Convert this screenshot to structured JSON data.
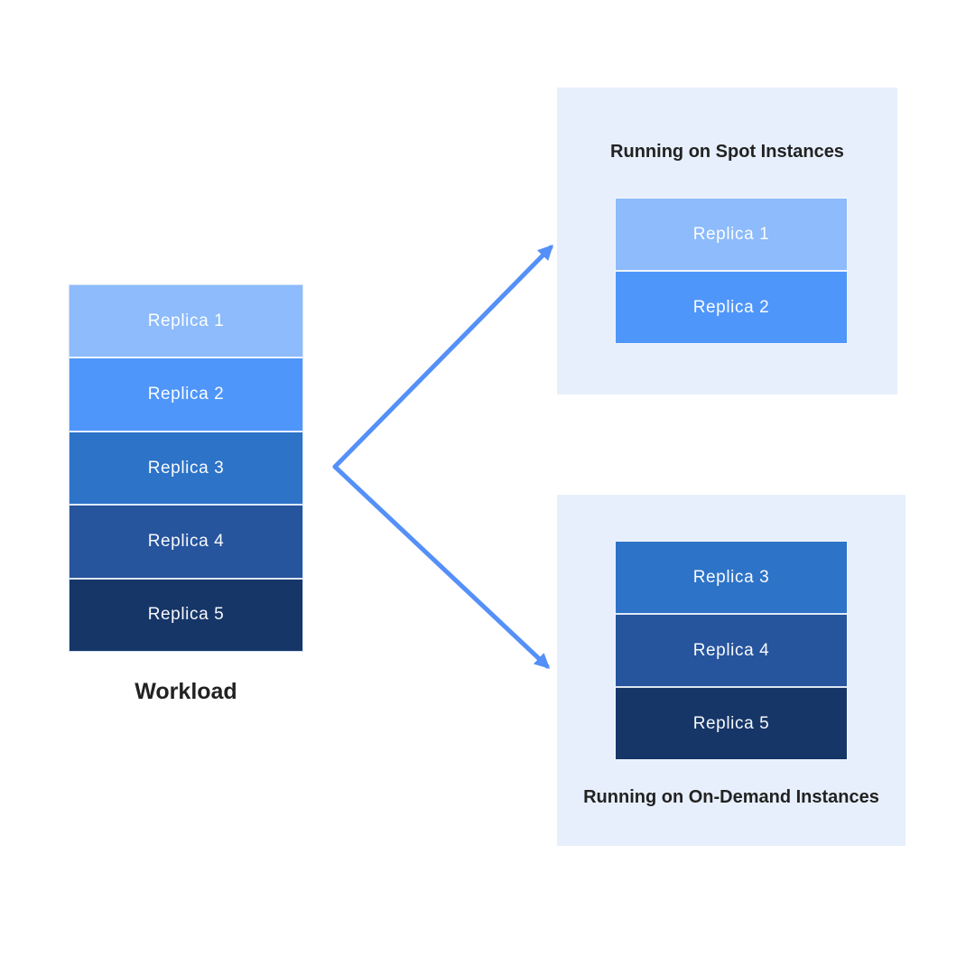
{
  "colors": {
    "canvas-bg": "#ffffff",
    "panel-bg": "#e7effc",
    "arrow": "#5490f8",
    "title-text": "#222222",
    "replica-text": "#ffffff"
  },
  "workload": {
    "label": "Workload",
    "replicas": [
      {
        "label": "Replica 1",
        "color": "#8dbbfb"
      },
      {
        "label": "Replica 2",
        "color": "#4f96fa"
      },
      {
        "label": "Replica 3",
        "color": "#2d73c8"
      },
      {
        "label": "Replica 4",
        "color": "#26549d"
      },
      {
        "label": "Replica 5",
        "color": "#163668"
      }
    ]
  },
  "spot_panel": {
    "title": "Running on Spot Instances",
    "replicas": [
      {
        "label": "Replica 1",
        "color": "#8dbbfb"
      },
      {
        "label": "Replica 2",
        "color": "#4f96fa"
      }
    ]
  },
  "ondemand_panel": {
    "title": "Running on On-Demand Instances",
    "replicas": [
      {
        "label": "Replica 3",
        "color": "#2d73c8"
      },
      {
        "label": "Replica 4",
        "color": "#26549d"
      },
      {
        "label": "Replica 5",
        "color": "#163668"
      }
    ]
  }
}
